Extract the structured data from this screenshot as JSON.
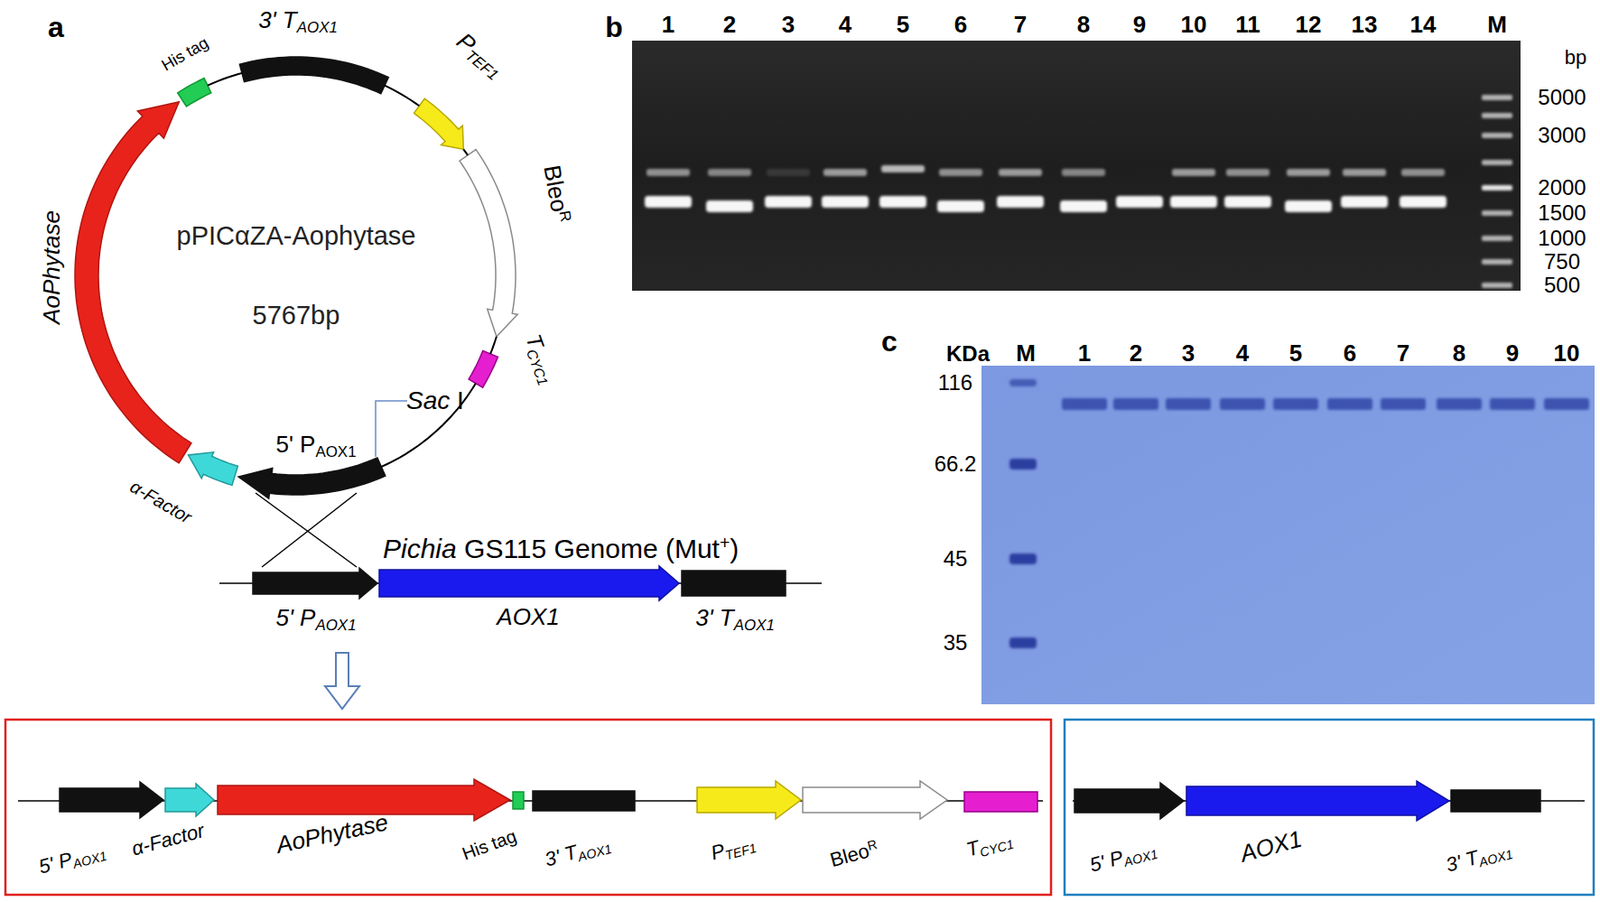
{
  "diagram": {
    "nodes": [
      {
        "text": [
          "pPICαZA-Aophytase",
          "5767bp"
        ]
      }
    ],
    "labels": [
      "a",
      "3' TAOX1",
      "His tag",
      "PTEF1",
      "BleoR",
      "TCYC1",
      "Sac I",
      "5' PAOX1",
      "α-Factor",
      "AoPhytase",
      "Pichia GS115 Genome (Mut+)",
      "5' PAOX1",
      "AOX1",
      "3' TAOX1",
      "5' PAOX1",
      "α-Factor",
      "AoPhytase",
      "His tag",
      "3' TAOX1",
      "PTEF1",
      "BleoR",
      "TCYC1",
      "5' PAOX1",
      "AOX1",
      "3' TAOX1",
      "b",
      "1",
      "2",
      "3",
      "4",
      "5",
      "6",
      "7",
      "8",
      "9",
      "10",
      "11",
      "12",
      "13",
      "14",
      "M",
      "bp",
      "5000",
      "3000",
      "2000",
      "1500",
      "1000",
      "750",
      "500",
      "c",
      "KDa",
      "M",
      "1",
      "2",
      "3",
      "4",
      "5",
      "6",
      "7",
      "8",
      "9",
      "10",
      "116",
      "66.2",
      "45",
      "35"
    ]
  }
}
